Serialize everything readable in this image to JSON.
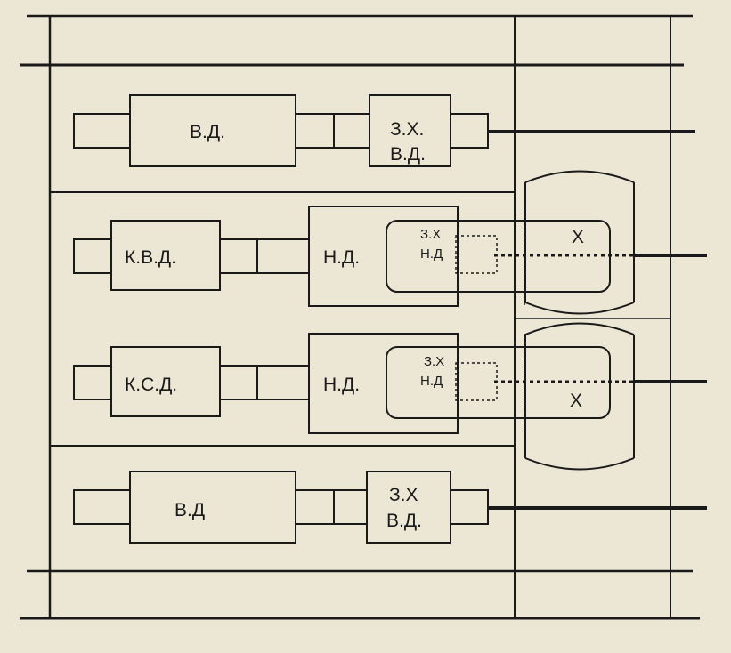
{
  "labels": {
    "vd": "В.Д.",
    "zx_vd_1": "З.Х.",
    "zx_vd_2": "В.Д.",
    "kvd": "К.В.Д.",
    "nd": "Н.Д.",
    "zx_nd_1": "З.Х",
    "zx_nd_2": "Н.Д",
    "x": "Х",
    "ksd": "К.С.Д.",
    "vd_bottom": "В.Д",
    "zx_vd_b1": "З.Х",
    "zx_vd_b2": "В.Д."
  },
  "colors": {
    "background": "#ece7d5",
    "ink": "#1a1a1a"
  }
}
